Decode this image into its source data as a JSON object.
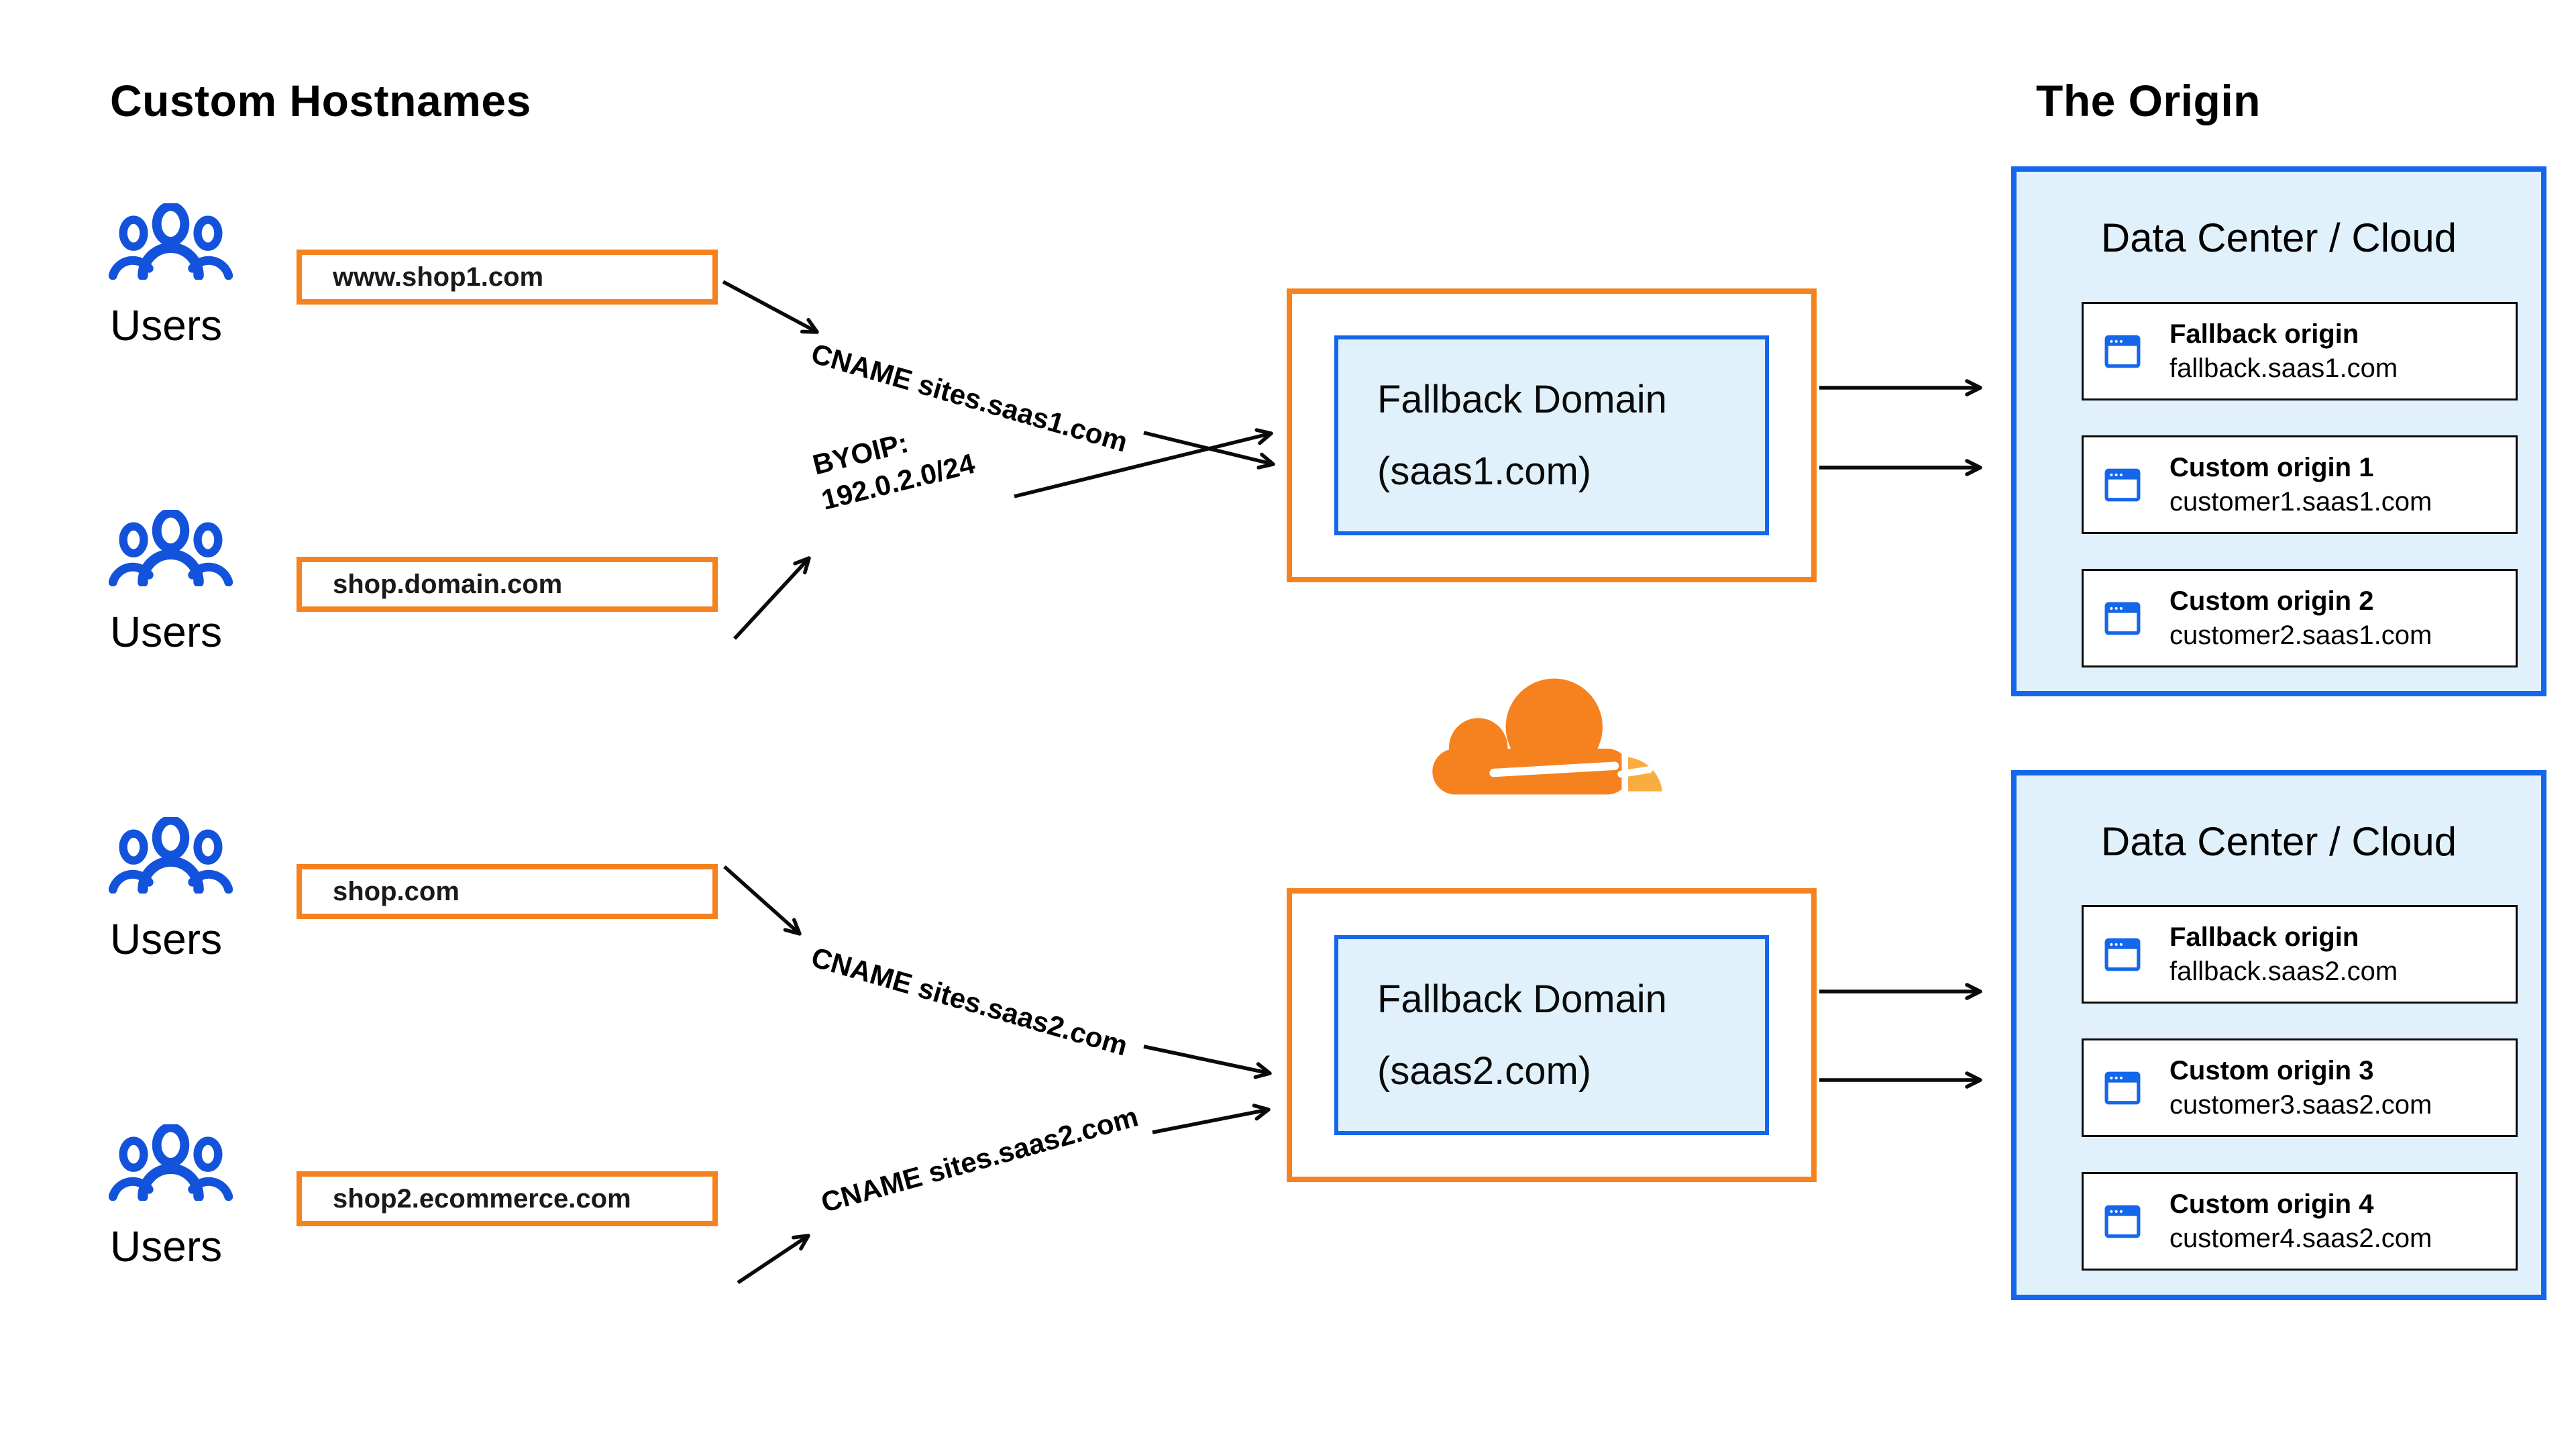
{
  "headings": {
    "left": "Custom Hostnames",
    "right": "The Origin"
  },
  "colors": {
    "orange": "#F6821F",
    "orange_light": "#FAAD3F",
    "blue": "#1467EB",
    "blue_users": "#1353DC",
    "light_blue_bg": "#E1F1FB",
    "arrow_black": "#0a0a0a"
  },
  "user_groups": [
    {
      "label": "Users",
      "hostname": "www.shop1.com"
    },
    {
      "label": "Users",
      "hostname": "shop.domain.com"
    },
    {
      "label": "Users",
      "hostname": "shop.com"
    },
    {
      "label": "Users",
      "hostname": "shop2.ecommerce.com"
    }
  ],
  "route_labels": {
    "cname_saas1": "CNAME sites.saas1.com",
    "byoip_line1": "BYOIP:",
    "byoip_line2": "192.0.2.0/24",
    "cname_saas2_top": "CNAME sites.saas2.com",
    "cname_saas2_bottom": "CNAME sites.saas2.com"
  },
  "fallback_domains": [
    {
      "line1": "Fallback Domain",
      "line2": "(saas1.com)"
    },
    {
      "line1": "Fallback Domain",
      "line2": "(saas2.com)"
    }
  ],
  "logo": {
    "name": "Cloudflare"
  },
  "data_centers": [
    {
      "title": "Data Center / Cloud",
      "origins": [
        {
          "name": "Fallback origin",
          "host": "fallback.saas1.com"
        },
        {
          "name": "Custom origin 1",
          "host": "customer1.saas1.com"
        },
        {
          "name": "Custom origin 2",
          "host": "customer2.saas1.com"
        }
      ]
    },
    {
      "title": "Data Center / Cloud",
      "origins": [
        {
          "name": "Fallback origin",
          "host": "fallback.saas2.com"
        },
        {
          "name": "Custom origin 3",
          "host": "customer3.saas2.com"
        },
        {
          "name": "Custom origin 4",
          "host": "customer4.saas2.com"
        }
      ]
    }
  ]
}
